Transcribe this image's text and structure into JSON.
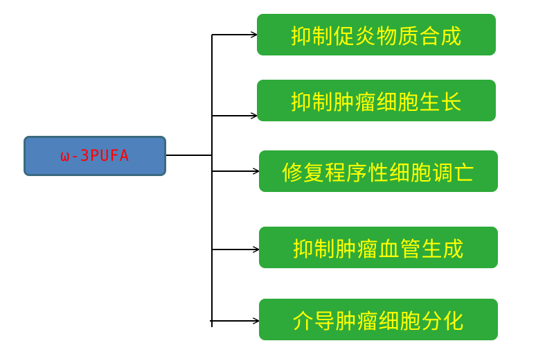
{
  "colors": {
    "source_fill": "#4f81bd",
    "source_border": "#3a6a80",
    "source_text": "#ff0000",
    "target_fill": "#2eaa3a",
    "target_text": "#ffff00",
    "connector": "#000000"
  },
  "source": {
    "label": "ω-3PUFA"
  },
  "targets": [
    {
      "label": "抑制促炎物质合成"
    },
    {
      "label": "抑制肿瘤细胞生长"
    },
    {
      "label": "修复程序性细胞调亡"
    },
    {
      "label": "抑制肿瘤血管生成"
    },
    {
      "label": "介导肿瘤细胞分化"
    }
  ]
}
